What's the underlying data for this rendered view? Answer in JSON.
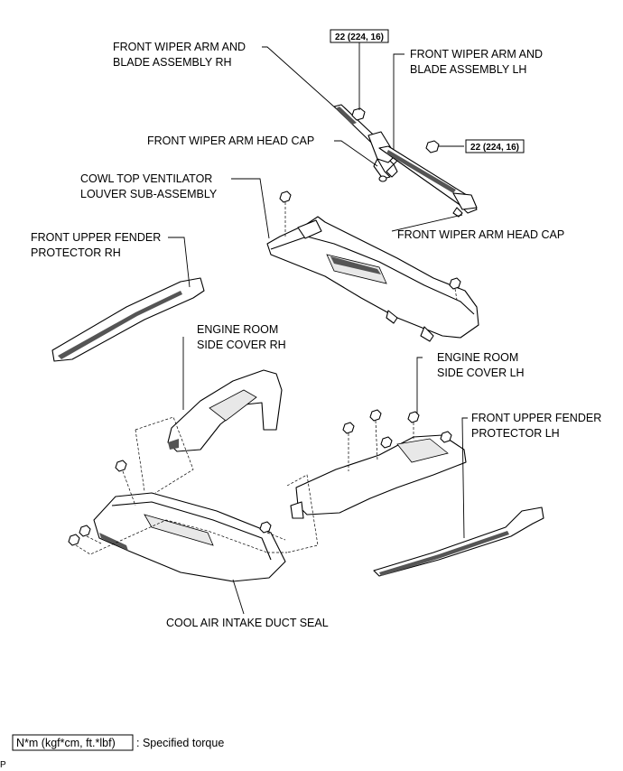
{
  "labels": {
    "wiper_rh_line1": "FRONT WIPER ARM AND",
    "wiper_rh_line2": "BLADE ASSEMBLY RH",
    "wiper_lh_line1": "FRONT WIPER ARM AND",
    "wiper_lh_line2": "BLADE ASSEMBLY LH",
    "head_cap_1": "FRONT WIPER ARM HEAD CAP",
    "head_cap_2": "FRONT WIPER ARM HEAD CAP",
    "cowl_line1": "COWL TOP VENTILATOR",
    "cowl_line2": "LOUVER SUB-ASSEMBLY",
    "fender_rh_line1": "FRONT UPPER FENDER",
    "fender_rh_line2": "PROTECTOR RH",
    "engine_rh_line1": "ENGINE ROOM",
    "engine_rh_line2": "SIDE COVER RH",
    "engine_lh_line1": "ENGINE ROOM",
    "engine_lh_line2": "SIDE COVER LH",
    "fender_lh_line1": "FRONT UPPER FENDER",
    "fender_lh_line2": "PROTECTOR LH",
    "duct_seal": "COOL AIR INTAKE DUCT SEAL"
  },
  "torque": {
    "value_1": "22 (224, 16)",
    "value_2": "22 (224, 16)"
  },
  "legend": {
    "box_text": "N*m (kgf*cm, ft.*lbf)",
    "description": ": Specified torque"
  },
  "footer": {
    "code": "P"
  }
}
